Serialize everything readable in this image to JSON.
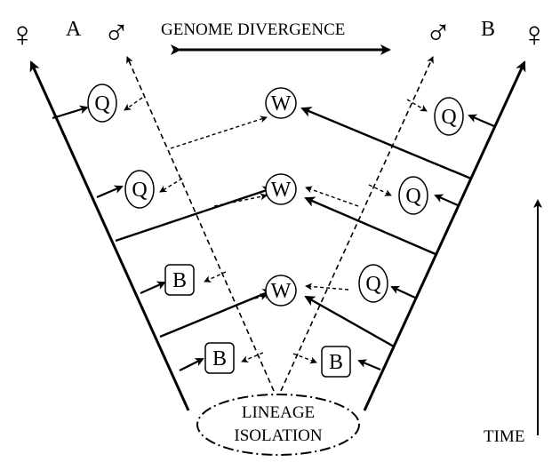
{
  "header": {
    "left_label": "A",
    "right_label": "B",
    "title": "GENOME DIVERGENCE",
    "female_symbol": "♀",
    "male_symbol": "♂"
  },
  "base": {
    "line1": "LINEAGE",
    "line2": "ISOLATION"
  },
  "axis": {
    "time_label": "TIME"
  },
  "nodes": {
    "left_q_upper": "Q",
    "left_q_lower": "Q",
    "left_b_upper": "B",
    "left_b_lower": "B",
    "center_w_top": "W",
    "center_w_middle": "W",
    "center_w_bottom": "W",
    "right_q_top": "Q",
    "right_q_middle": "Q",
    "right_q_bottom": "Q",
    "right_b": "B"
  },
  "colors": {
    "ink": "#000000",
    "background": "#ffffff"
  }
}
